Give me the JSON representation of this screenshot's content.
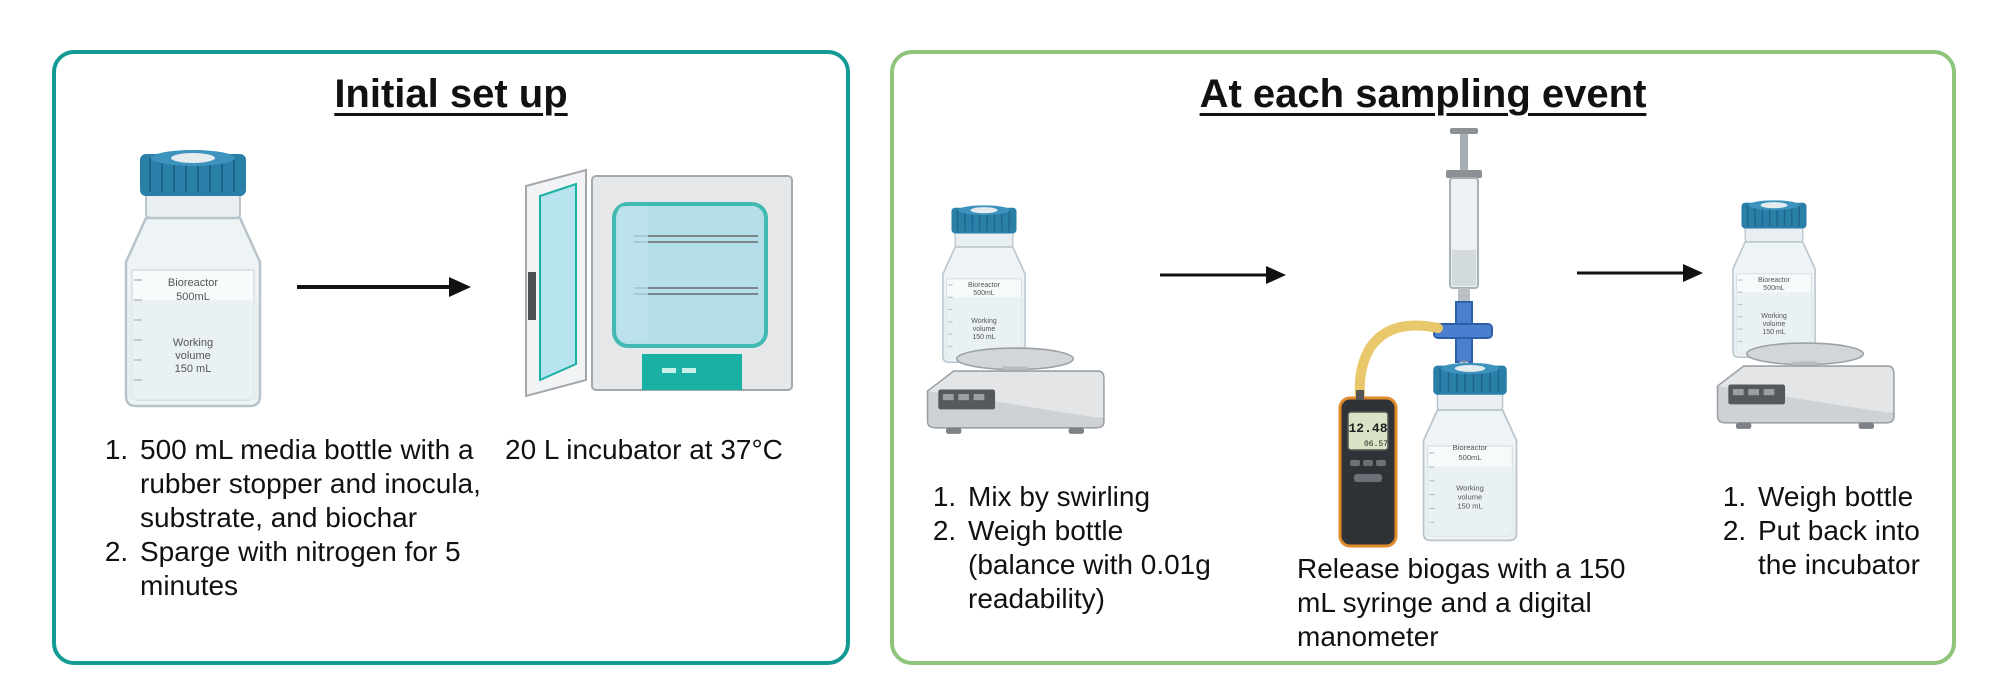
{
  "left_panel": {
    "title": "Initial set up",
    "bottle": {
      "label_line1": "Bioreactor",
      "label_line2": "500mL",
      "label_line3": "Working",
      "label_line4": "volume",
      "label_line5": "150 mL"
    },
    "steps": [
      "500 mL media bottle with a rubber stopper and inocula, substrate, and biochar",
      "Sparge with nitrogen for 5 minutes"
    ],
    "incubator_caption": "20 L incubator at 37°C"
  },
  "right_panel": {
    "title": "At each sampling event",
    "bottle": {
      "label_line1": "Bioreactor",
      "label_line2": "500mL",
      "label_line3": "Working",
      "label_line4": "volume",
      "label_line5": "150 mL"
    },
    "manometer": {
      "reading_main": "12.48",
      "reading_sub": "06.57"
    },
    "steps_mix": [
      "Mix by swirling",
      "Weigh bottle (balance with 0.01g readability)"
    ],
    "release_caption": "Release biogas with a 150 mL syringe and a digital manometer",
    "steps_final": [
      "Weigh bottle",
      "Put back into the incubator"
    ]
  },
  "colors": {
    "left_border": "#139a94",
    "right_border": "#8ec57a",
    "cap_blue": "#2a7fa8",
    "incubator_teal": "#1bb0a4"
  }
}
